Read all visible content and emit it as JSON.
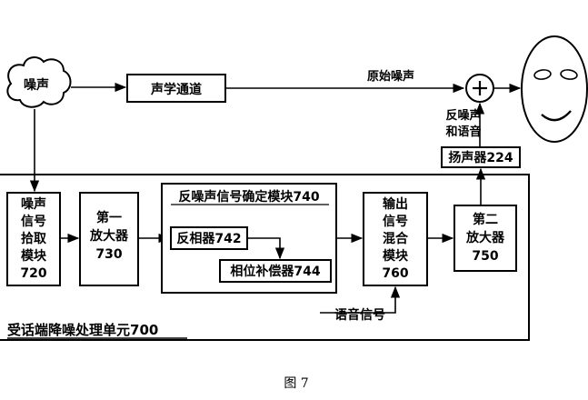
{
  "noise_source": "噪声",
  "acoustic_channel": "声学通道",
  "original_noise": "原始噪声",
  "anti_noise_and_voice": [
    "反噪声",
    "和语音"
  ],
  "speaker": "扬声器224",
  "pickup_module": [
    "噪声",
    "信号",
    "拾取",
    "模块",
    "720"
  ],
  "amp1": [
    "第一",
    "放大器",
    "730"
  ],
  "anti_noise_module_title": "反噪声信号确定模块740",
  "inverter": "反相器742",
  "phase_comp": "相位补偿器744",
  "mixer": [
    "输出",
    "信号",
    "混合",
    "模块",
    "760"
  ],
  "amp2": [
    "第二",
    "放大器",
    "750"
  ],
  "voice_signal": "语音信号",
  "unit_title": "受话端降噪处理单元700",
  "caption": "图 7"
}
